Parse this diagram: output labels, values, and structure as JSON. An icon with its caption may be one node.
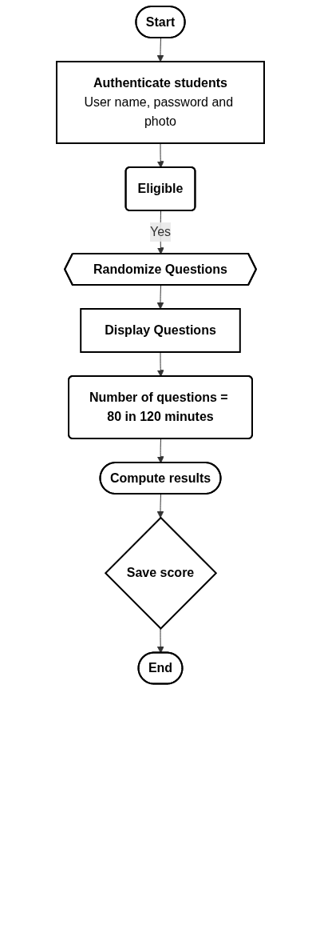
{
  "diagram": {
    "nodes": [
      {
        "text": [
          "Start"
        ]
      },
      {
        "text": [
          "Authenticate students",
          "User name, password and photo"
        ]
      },
      {
        "text": [
          "Eligible"
        ]
      },
      {
        "text": [
          "Randomize Questions"
        ]
      },
      {
        "text": [
          "Display Questions"
        ]
      },
      {
        "text": [
          "Number of questions = 80 in 120 minutes"
        ]
      },
      {
        "text": [
          "Compute results"
        ]
      },
      {
        "text": [
          "Save score"
        ]
      },
      {
        "text": [
          "End"
        ]
      }
    ],
    "edges": [
      {
        "from": 0,
        "to": 1,
        "arrow": "to"
      },
      {
        "from": 1,
        "to": 2,
        "arrow": "to"
      },
      {
        "from": 2,
        "to": 3,
        "arrow": "to",
        "label": "Yes"
      },
      {
        "from": 3,
        "to": 4,
        "arrow": "to"
      },
      {
        "from": 4,
        "to": 5,
        "arrow": "to"
      },
      {
        "from": 5,
        "to": 6,
        "arrow": "to"
      },
      {
        "from": 6,
        "to": 7,
        "arrow": "to"
      },
      {
        "from": 7,
        "to": 8,
        "arrow": "to"
      }
    ]
  }
}
